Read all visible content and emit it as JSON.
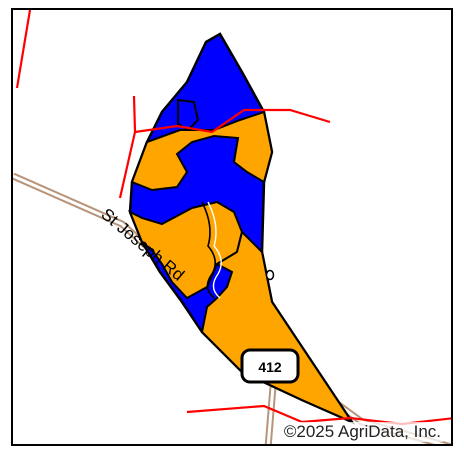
{
  "map": {
    "road_name": "St Joseph Rd",
    "route_shield": "412",
    "copyright": "©2025 AgriData, Inc.",
    "colors": {
      "soil_unit_a": "#ffa500",
      "soil_unit_b": "#0000ff",
      "field_boundary": "#000000",
      "road": "#b8957a",
      "property_lines": "#ff0000",
      "background": "#ffffff"
    }
  }
}
